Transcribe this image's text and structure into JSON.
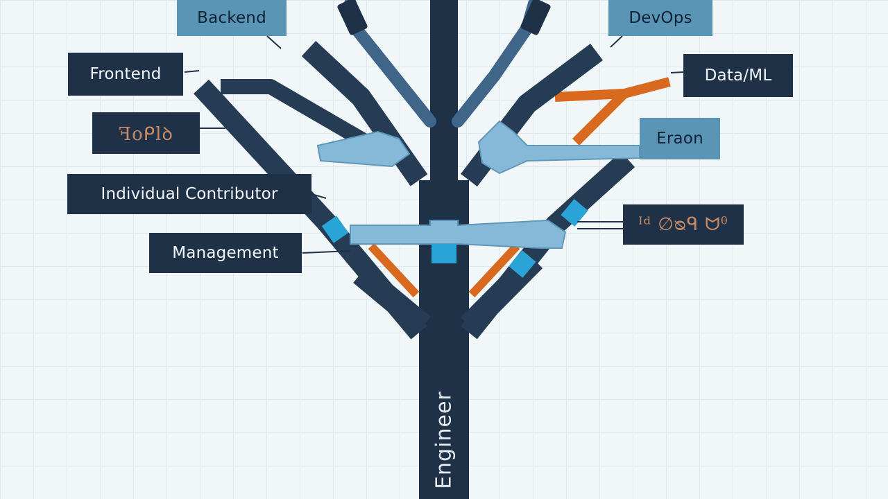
{
  "diagram": {
    "root": {
      "label": "Engineer"
    },
    "nodes": {
      "backend": "Backend",
      "devops": "DevOps",
      "frontend": "Frontend",
      "data_ml": "Data/ML",
      "eraon": "Eraon",
      "individual_contributor": "Individual Contributor",
      "management": "Management",
      "scribble_left": "ꟻoᑭlꝺ",
      "scribble_right": "ᴵᵈ ∅ᴓᑫ ᗢᶿ"
    }
  },
  "colors": {
    "background": "#f1f7f9",
    "grid": "#dde8ee",
    "trunk": "#1f3147",
    "branch_dark": "#263b54",
    "branch_mid": "#3f6688",
    "connector_light": "#86b9d8",
    "accent_cyan": "#2aa3d6",
    "accent_orange": "#d9691e",
    "label_dark": "#1f3147",
    "label_light": "#5b95b6"
  }
}
